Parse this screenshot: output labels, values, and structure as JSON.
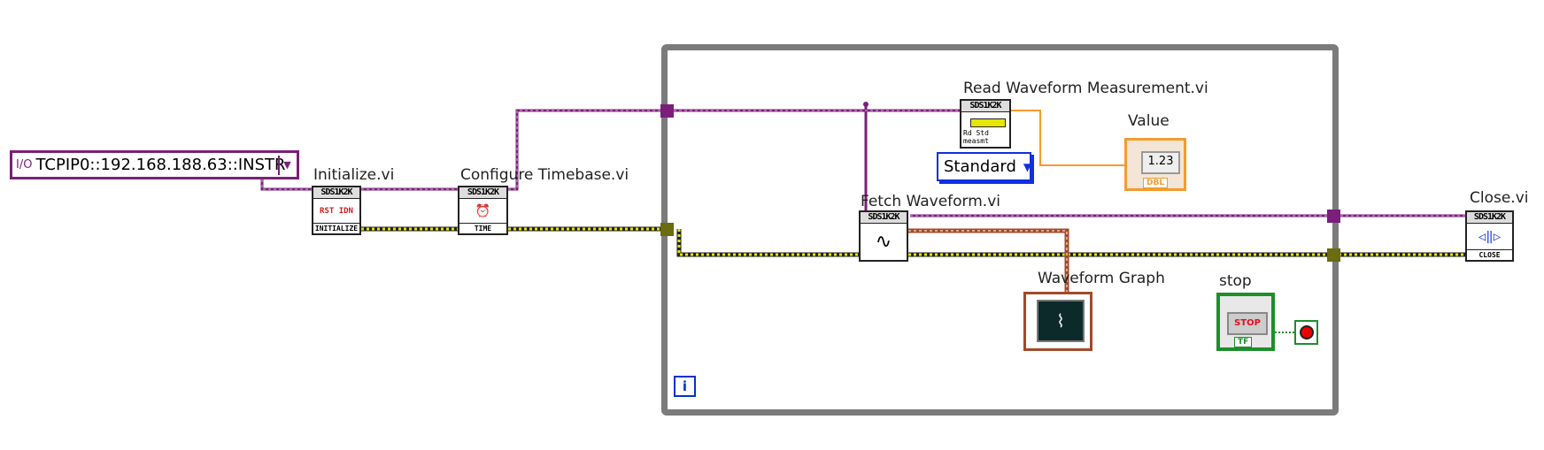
{
  "resource": {
    "value": "TCPIP0::192.168.188.63::INSTR",
    "icon": "visa-resource-icon"
  },
  "nodes": {
    "initialize": {
      "label": "Initialize.vi",
      "header": "SDS1K2K",
      "glyph": "RST IDN",
      "footer": "INITIALIZE"
    },
    "configure_timebase": {
      "label": "Configure Timebase.vi",
      "header": "SDS1K2K",
      "glyph": "⏰",
      "footer": "TIME"
    },
    "fetch_waveform": {
      "label": "Fetch Waveform.vi",
      "header": "SDS1K2K",
      "glyph": "∿"
    },
    "read_measurement": {
      "label": "Read Waveform Measurement.vi",
      "header": "SDS1K2K",
      "glyph": "Rd Std measmt"
    },
    "close": {
      "label": "Close.vi",
      "header": "SDS1K2K",
      "glyph": "◁‖▷",
      "footer": "CLOSE"
    }
  },
  "measurement_ring": {
    "value": "Standard"
  },
  "value_indicator": {
    "label": "Value",
    "display": "1.23",
    "type": "DBL"
  },
  "waveform_graph": {
    "label": "Waveform Graph"
  },
  "stop_control": {
    "label": "stop",
    "button": "STOP",
    "type": "TF"
  },
  "loop": {
    "iteration": "i"
  },
  "colors": {
    "visa_wire": "#7a1f7a",
    "error_wire": "#c8c800",
    "dbl_wire": "#f59a2f",
    "waveform_wire": "#a34a2b",
    "boolean_wire": "#1d8f2a",
    "loop_border": "#7b7b7b"
  }
}
